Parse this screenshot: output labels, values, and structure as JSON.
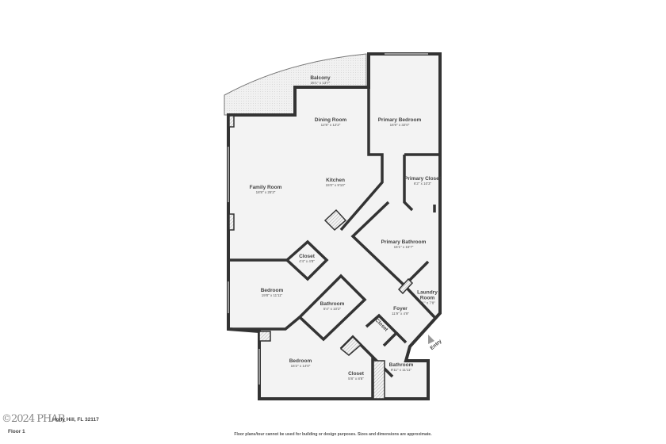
{
  "rooms": [
    {
      "name": "Balcony",
      "dims": "25'1\" x 13'7\""
    },
    {
      "name": "Dining Room",
      "dims": "12'8\" x 12'2\""
    },
    {
      "name": "Primary Bedroom",
      "dims": "16'9\" x 32'0\""
    },
    {
      "name": "Family Room",
      "dims": "18'8\" x 25'3\""
    },
    {
      "name": "Kitchen",
      "dims": "15'0\" x 9'10\""
    },
    {
      "name": "Primary Closet",
      "dims": "6'2\" x 10'3\""
    },
    {
      "name": "Primary Bathroom",
      "dims": "15'1\" x 15'7\""
    },
    {
      "name": "Closet",
      "dims": "4'4\" x 4'8\""
    },
    {
      "name": "Bedroom",
      "dims": "19'8\" x 11'11\""
    },
    {
      "name": "Bathroom",
      "dims": "5'4\" x 10'2\""
    },
    {
      "name": "Laundry Room",
      "dims": "6'1\" x 7'8\""
    },
    {
      "name": "Foyer",
      "dims": "11'9\" x 4'9\""
    },
    {
      "name": "Bedroom",
      "dims": "16'2\" x 14'0\""
    },
    {
      "name": "Closet",
      "dims": "5'8\" x 8'8\""
    },
    {
      "name": "Bathroom",
      "dims": "9'11\" x 11'11\""
    }
  ],
  "small_closet_label": "Closet",
  "entry_label": "Entry",
  "footer": {
    "watermark": "©2024 PHAR",
    "address": "Holly Hill, FL 32117",
    "floor": "Floor 1",
    "disclaimer": "Floor plans/tour cannot be used for building or design purposes. Sizes and dimensions are approximate."
  },
  "colors": {
    "wall": "#333333",
    "floor": "#f3f3f3",
    "hatch": "#bbbbbb"
  }
}
